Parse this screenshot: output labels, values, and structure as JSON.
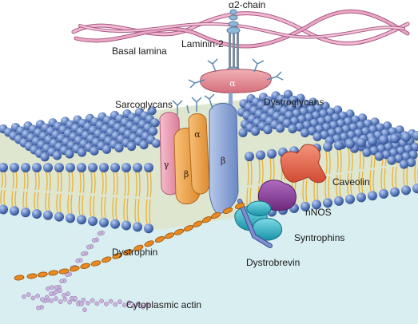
{
  "labels": {
    "alpha2_chain": "α2-chain",
    "basal_lamina": "Basal lamina",
    "laminin2": "Laminin-2",
    "dystroglycans": "Dystroglycans",
    "sarcoglycans": "Sarcoglycans",
    "caveolin": "Caveolin",
    "nnos": "nNOS",
    "syntrophins": "Syntrophins",
    "dystrobrevin": "Dystrobrevin",
    "dystrophin": "Dystrophin",
    "cytoplasmic_actin": "Cytoplasmic actin"
  },
  "greek": {
    "dystroglycan_alpha": "α",
    "dystroglycan_beta": "β",
    "sarcoglycan_gamma": "γ",
    "sarcoglycan_beta": "β",
    "sarcoglycan_alpha": "α"
  },
  "colors": {
    "laminin": "#e9a3c4",
    "laminin_stroke": "#a85b84",
    "cytoplasm": "#d9eef0",
    "bead": "#5f7fc0",
    "tail": "#e7b23a",
    "alpha_dg": "#e59098",
    "beta_dg": "#8aa6d6",
    "sarco_gamma": "#ef9fb2",
    "sarco_beta": "#f1a146",
    "sarco_alpha": "#f4bb5a",
    "caveolin": "#ea6a4a",
    "nnos": "#8a3d9a",
    "syntrophin": "#2ab4c8",
    "dystrobrevin": "#6e82c4",
    "dystrophin": "#e9891f",
    "actin": "#c9b3dc",
    "sugar": "#8fb8d8"
  }
}
